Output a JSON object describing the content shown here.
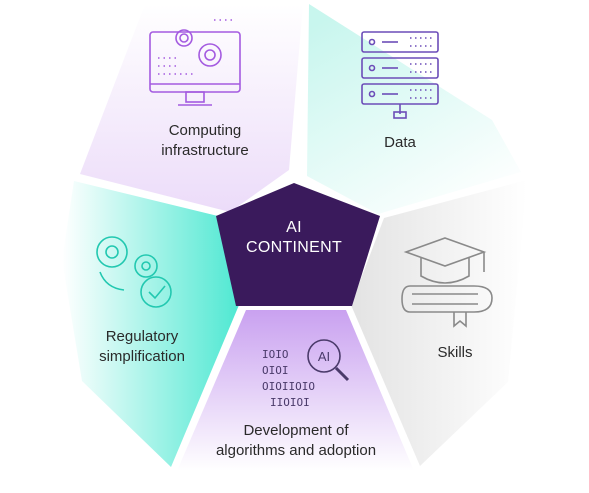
{
  "center": {
    "line1": "AI",
    "line2": "CONTINENT"
  },
  "segments": [
    {
      "key": "computing",
      "lines": [
        "Computing",
        "infrastructure"
      ],
      "icon": "computer-gears-icon"
    },
    {
      "key": "data",
      "lines": [
        "Data"
      ],
      "icon": "server-rack-icon"
    },
    {
      "key": "skills",
      "lines": [
        "Skills"
      ],
      "icon": "graduation-cap-book-icon"
    },
    {
      "key": "development",
      "lines": [
        "Development of",
        "algorithms and adoption"
      ],
      "icon": "ai-binary-magnifier-icon"
    },
    {
      "key": "regulatory",
      "lines": [
        "Regulatory",
        "simplification"
      ],
      "icon": "gears-checkmark-icon"
    }
  ],
  "colors": {
    "center_fill": "#3a1a5c",
    "purple_accent": "#a45be0",
    "teal_accent": "#34dcc6",
    "gray_accent": "#9a9a9a",
    "text": "#2a2a2a"
  }
}
